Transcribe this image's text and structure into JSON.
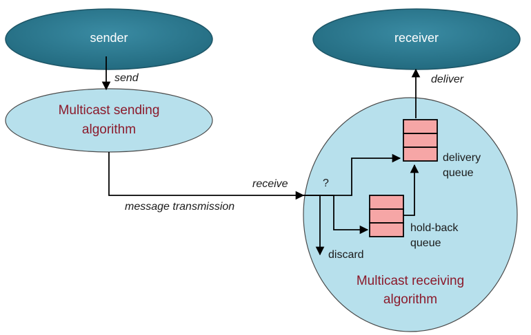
{
  "nodes": {
    "sender": "sender",
    "receiver": "receiver",
    "sending_algorithm": [
      "Multicast sending",
      "algorithm"
    ],
    "receiving_algorithm": [
      "Multicast receiving",
      "algorithm"
    ],
    "delivery_queue": [
      "delivery",
      "queue"
    ],
    "holdback_queue": [
      "hold-back",
      "queue"
    ]
  },
  "edges": {
    "send": "send",
    "deliver": "deliver",
    "receive": "receive",
    "message_transmission": "message transmission",
    "decision": "?",
    "discard": "discard"
  },
  "colors": {
    "dark_ellipse": "#2e7d95",
    "light_ellipse": "#b7e0ec",
    "queue_cell": "#f6a6a6",
    "algorithm_text": "#8b1a2b"
  }
}
